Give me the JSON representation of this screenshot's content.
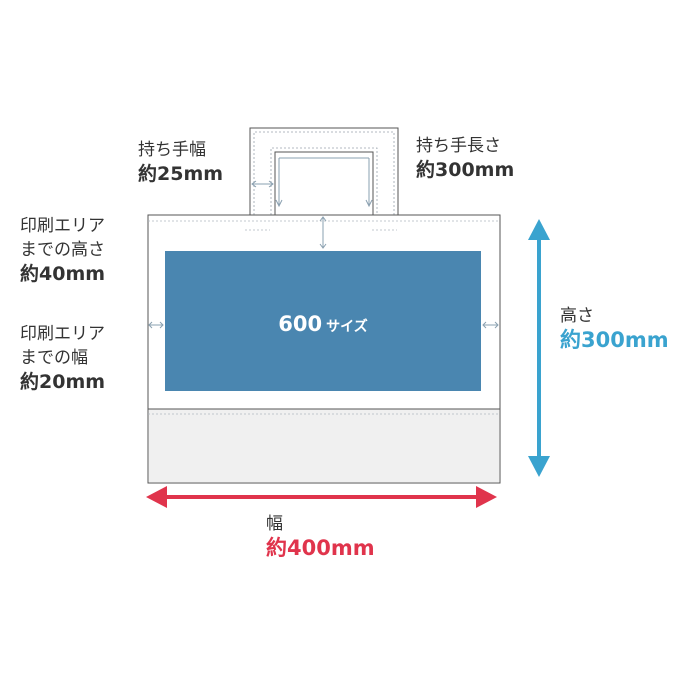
{
  "handle_width": {
    "label": "持ち手幅",
    "value": "約25mm"
  },
  "handle_length": {
    "label": "持ち手長さ",
    "value": "約300mm"
  },
  "print_top_margin": {
    "line1": "印刷エリア",
    "line2": "までの高さ",
    "value": "約40mm"
  },
  "print_side_margin": {
    "line1": "印刷エリア",
    "line2": "までの幅",
    "value": "約20mm"
  },
  "height": {
    "label": "高さ",
    "value": "約300mm"
  },
  "width": {
    "label": "幅",
    "value": "約400mm"
  },
  "print_area": {
    "size": "600",
    "unit": "サイズ"
  },
  "colors": {
    "print_area": "#4a86b0",
    "height_arrow": "#3aa3cf",
    "width_arrow": "#e0344c",
    "outline": "#555555",
    "bottom_band": "#f0f0f0"
  }
}
